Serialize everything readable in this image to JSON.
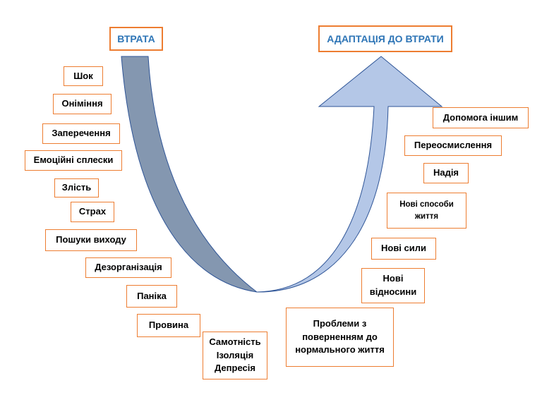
{
  "headers": {
    "loss": "ВТРАТА",
    "adaptation": "АДАПТАЦІЯ ДО ВТРАТИ"
  },
  "loss_stages": [
    "Шок",
    "Оніміння",
    "Заперечення",
    "Емоційні сплески",
    "Злість",
    "Страх",
    "Пошуки виходу",
    "Дезорганізація",
    "Паніка",
    "Провина"
  ],
  "bottom_stage": [
    "Самотність",
    "Ізоляція",
    "Депресія"
  ],
  "problems": [
    "Проблеми з",
    "поверненням до",
    "нормального життя"
  ],
  "adaptation_stages": {
    "new_relationships": [
      "Нові",
      "відносини"
    ],
    "new_strength": "Нові сили",
    "new_ways": [
      "Нові способи",
      "життя"
    ],
    "hope": "Надія",
    "rethinking": "Переосмислення",
    "helping_others": "Допомога іншим"
  },
  "colors": {
    "box_border": "#ed7d31",
    "header_text": "#2e75b6",
    "down_arrow_fill": "#8497b0",
    "up_arrow_fill": "#b4c7e7",
    "arrow_stroke": "#2f5597"
  }
}
